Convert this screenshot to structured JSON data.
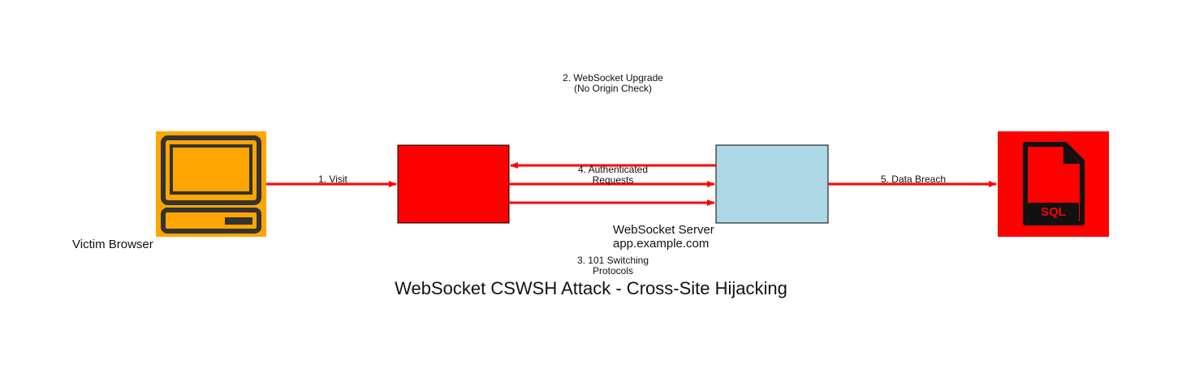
{
  "title": "WebSocket CSWSH Attack - Cross-Site Hijacking",
  "nodes": {
    "victim": {
      "label": "Victim Browser",
      "color": "#ffa500",
      "icon": "computer-terminal-icon"
    },
    "attacker": {
      "label": "",
      "color": "#ff0000"
    },
    "server": {
      "label": "WebSocket Server\napp.example.com",
      "color": "#add8e6"
    },
    "database": {
      "label": "",
      "color": "#ff0000",
      "icon": "sql-file-icon",
      "icon_text": "SQL"
    }
  },
  "edges": {
    "visit": "1. Visit",
    "upgrade": "2. WebSocket Upgrade\n(No Origin Check)",
    "switching": "3. 101 Switching\nProtocols",
    "requests": "4. Authenticated\nRequests",
    "breach": "5. Data Breach"
  },
  "colors": {
    "arrow": "#ff0000",
    "icon_dark": "#333333"
  }
}
